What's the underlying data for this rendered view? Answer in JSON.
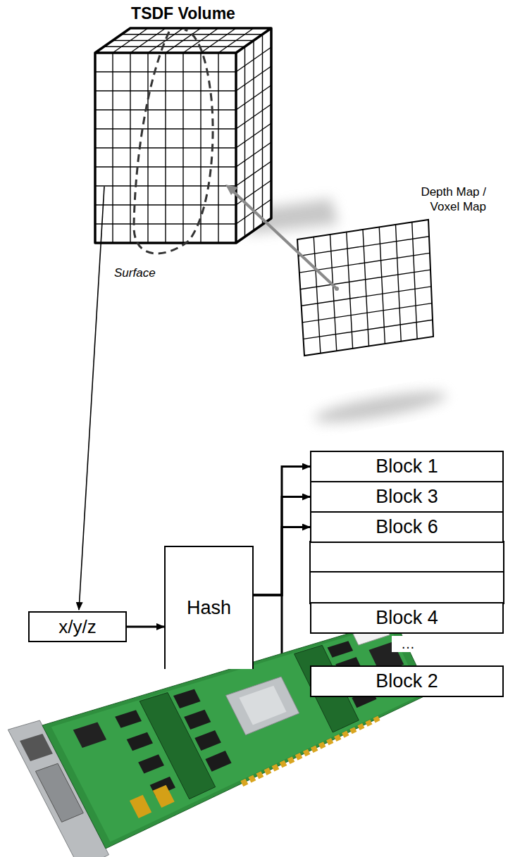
{
  "diagram": {
    "title": "TSDF Volume",
    "nodes": [
      {
        "text": [
          "x/y/z"
        ]
      },
      {
        "text": [
          "Hash"
        ]
      },
      {
        "text": [
          "Block 1"
        ]
      },
      {
        "text": [
          "Block 3"
        ]
      },
      {
        "text": [
          "Block 6"
        ]
      },
      {
        "text": [
          "Block 4"
        ]
      },
      {
        "text": [
          "Block 2"
        ]
      }
    ],
    "edges": [
      {
        "from": 0,
        "to": 1,
        "arrow": "to"
      },
      {
        "from": 1,
        "to": 2,
        "arrow": "to"
      },
      {
        "from": 1,
        "to": 3,
        "arrow": "to"
      },
      {
        "from": 1,
        "to": 4,
        "arrow": "to"
      }
    ],
    "labels": [
      "Depth Map / Voxel Map",
      "Surface",
      "…"
    ]
  }
}
